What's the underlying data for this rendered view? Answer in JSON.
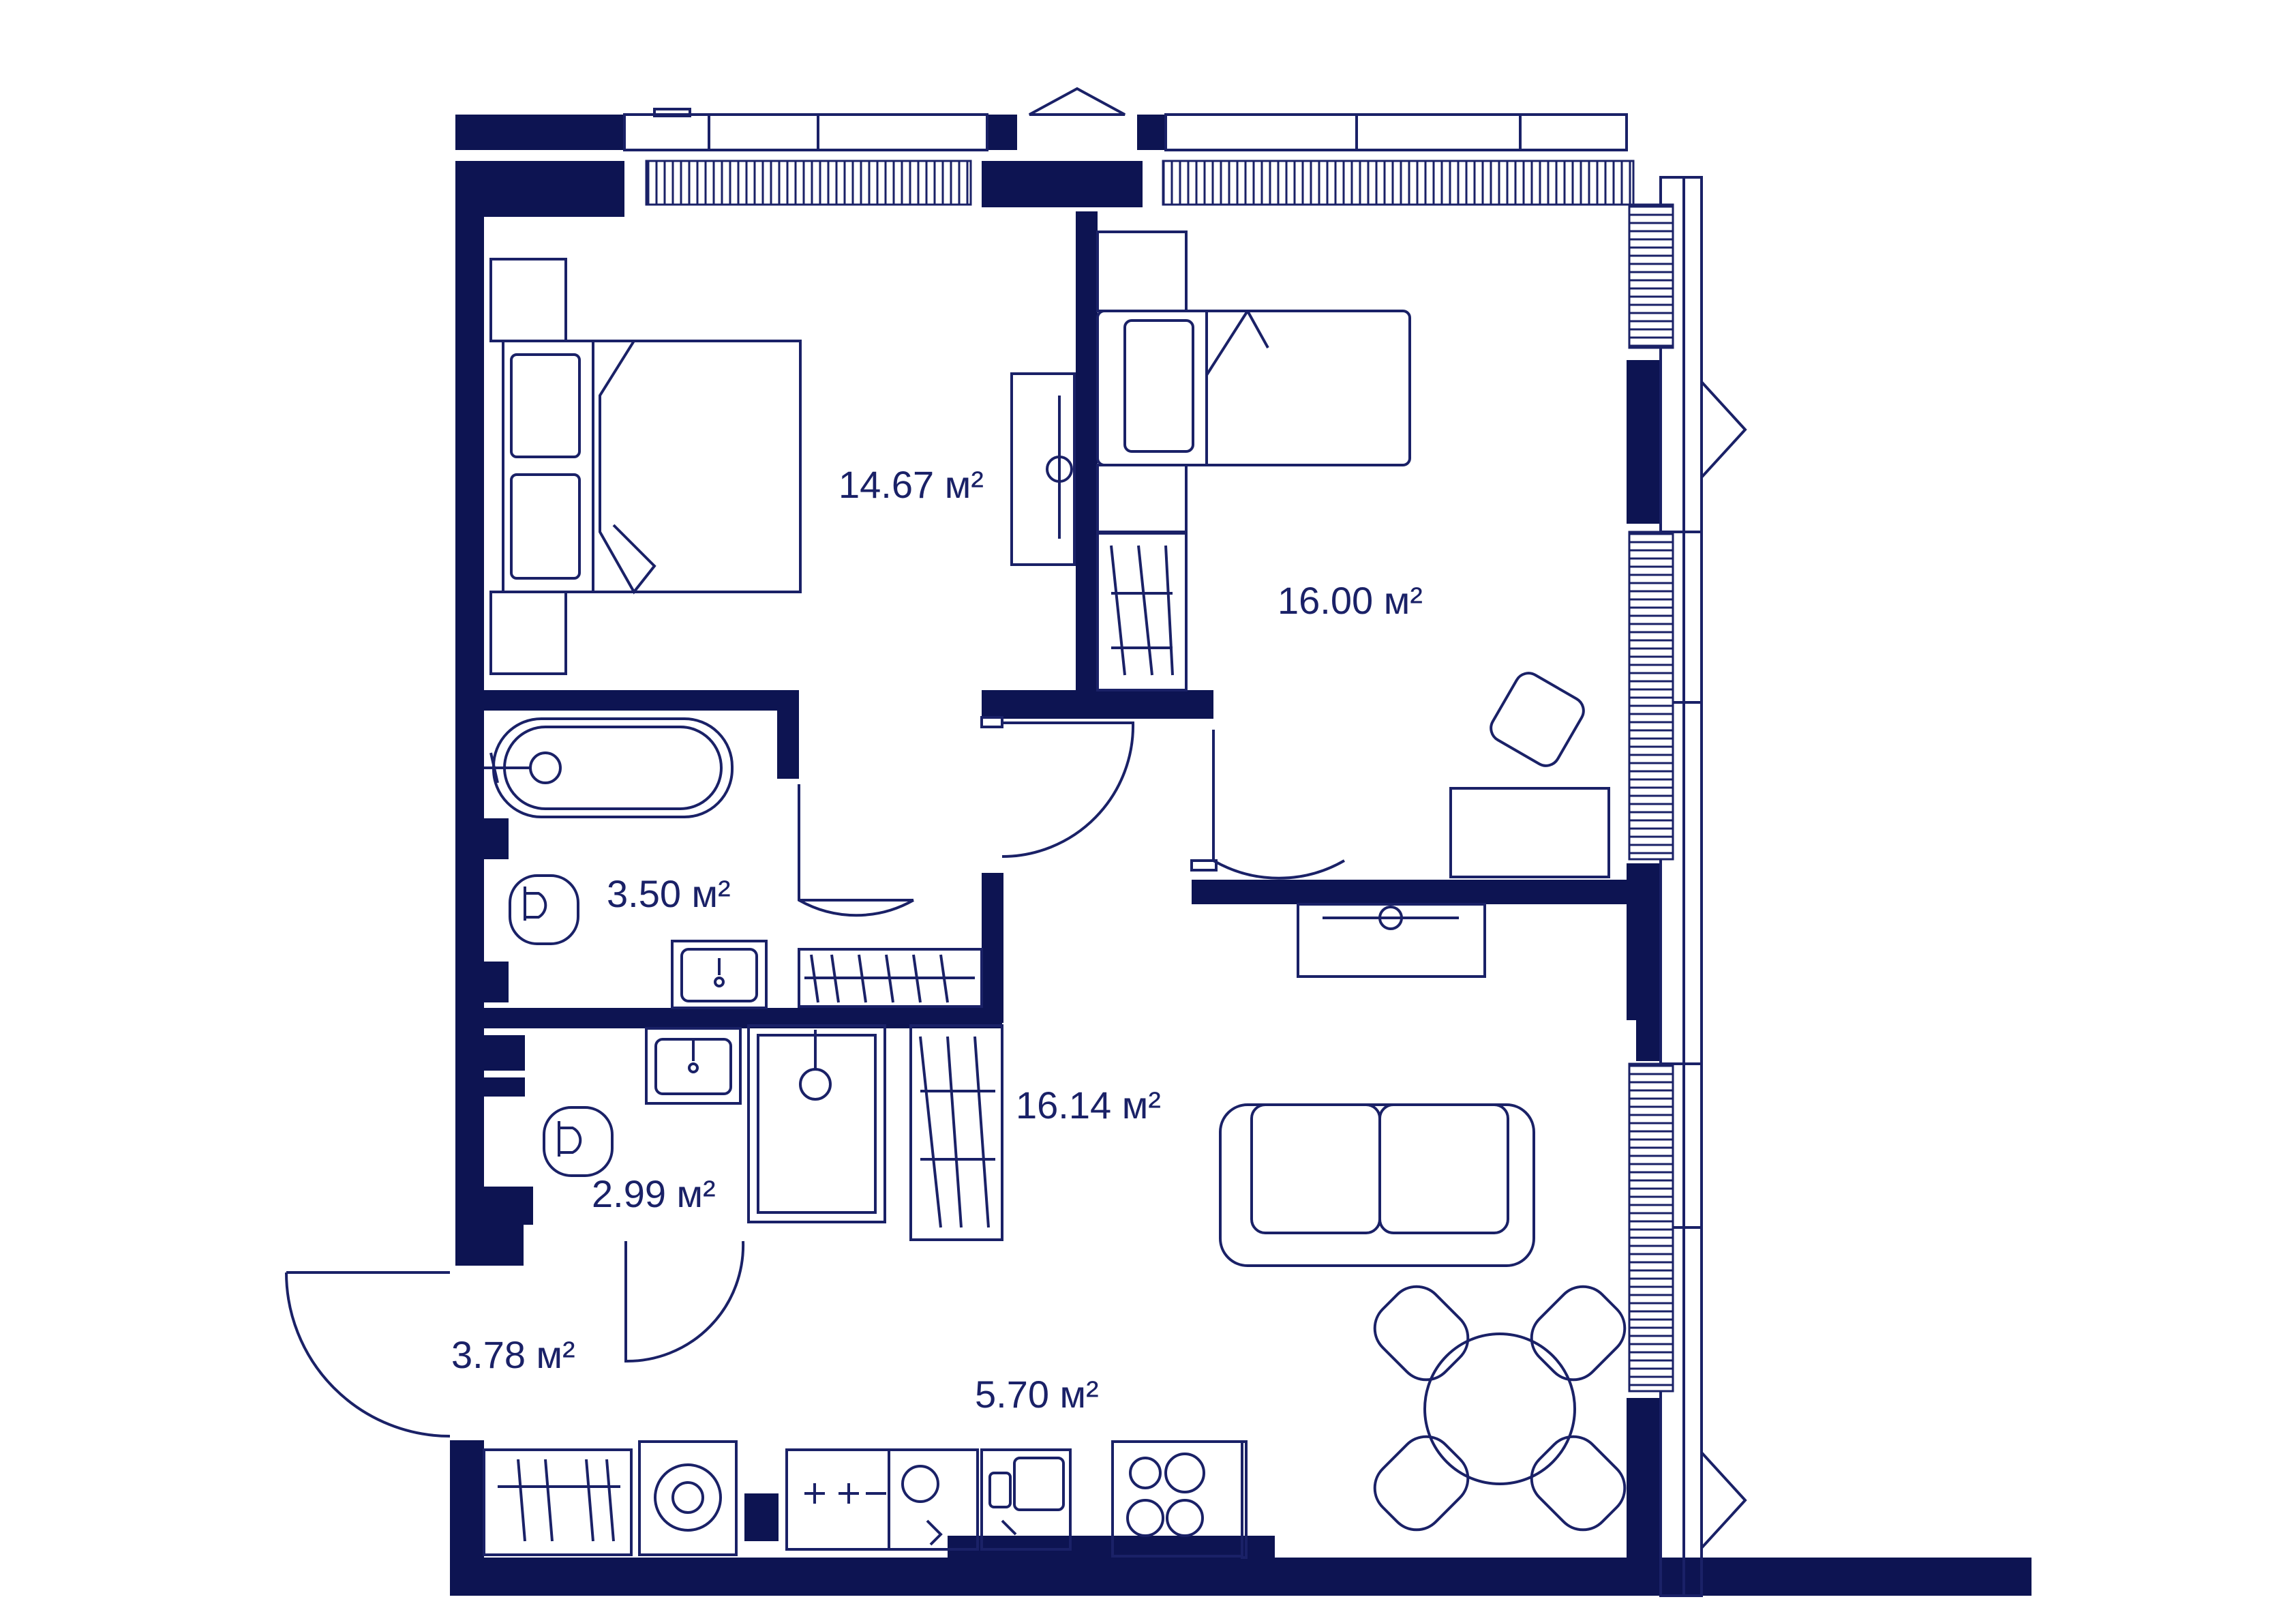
{
  "colors": {
    "wall": "#0d1452",
    "line": "#1a2167",
    "background": "#ffffff"
  },
  "rooms": [
    {
      "id": "bedroom-1",
      "area": "14.67 м²"
    },
    {
      "id": "bedroom-2",
      "area": "16.00 м²"
    },
    {
      "id": "bathroom",
      "area": "3.50 м²"
    },
    {
      "id": "wc",
      "area": "2.99 м²"
    },
    {
      "id": "hall",
      "area": "16.14 м²"
    },
    {
      "id": "entrance",
      "area": "3.78 м²"
    },
    {
      "id": "kitchen",
      "area": "5.70 м²"
    }
  ],
  "icons": [
    "bed-icon",
    "bathtub-icon",
    "toilet-icon",
    "sink-icon",
    "shower-icon",
    "sofa-icon",
    "dining-table-icon",
    "armchair-icon",
    "desk-icon",
    "washing-machine-icon",
    "stove-icon",
    "wardrobe-icon",
    "door-icon"
  ]
}
